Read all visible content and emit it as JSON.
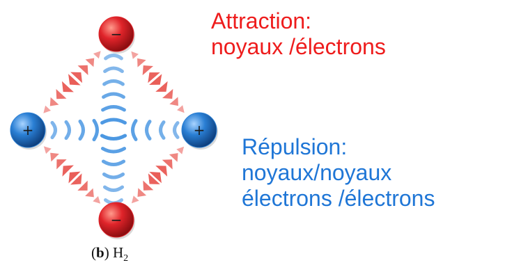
{
  "diagram": {
    "particles": [
      {
        "role": "electron",
        "sign": "−",
        "color": "#e0242a"
      },
      {
        "role": "proton",
        "sign": "+",
        "color": "#2a7fd4"
      },
      {
        "role": "proton",
        "sign": "+",
        "color": "#2a7fd4"
      },
      {
        "role": "electron",
        "sign": "−",
        "color": "#e0242a"
      }
    ],
    "attraction_arrow_color": "#e8554f",
    "repulsion_wave_color": "#3d8fe0",
    "caption": {
      "label_open": "(",
      "label": "b",
      "label_close": ")",
      "molecule": "H",
      "subscript": "2"
    }
  },
  "attraction": {
    "color": "#ee1c1c",
    "title": "Attraction:",
    "lines": [
      "noyaux /électrons"
    ]
  },
  "repulsion": {
    "color": "#1f76d6",
    "title": "Répulsion:",
    "lines": [
      "noyaux/noyaux",
      "électrons /électrons"
    ]
  }
}
